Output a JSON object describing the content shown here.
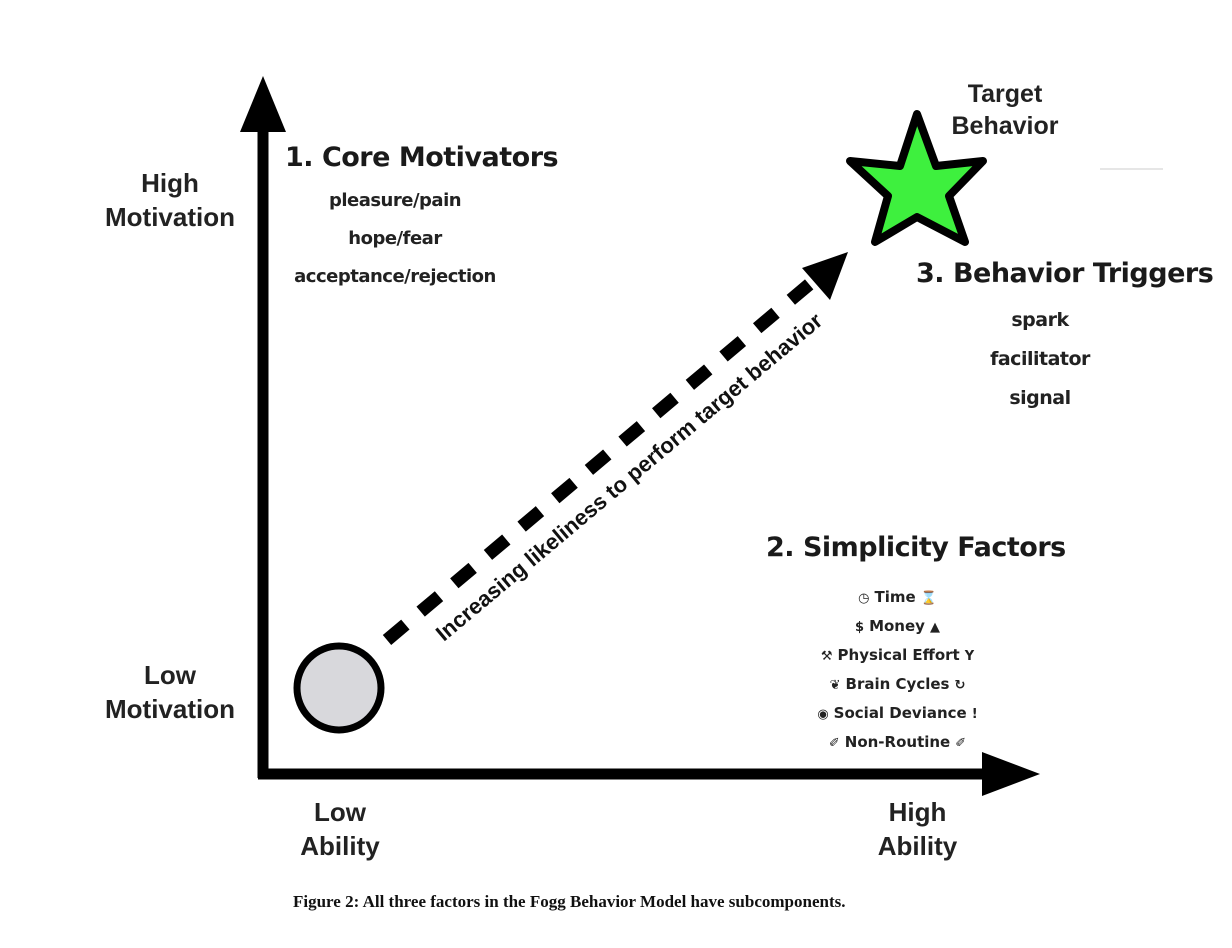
{
  "axes": {
    "y_high": "High\nMotivation",
    "y_low": "Low\nMotivation",
    "x_low": "Low\nAbility",
    "x_high": "High\nAbility"
  },
  "core_motivators": {
    "title": "1. Core Motivators",
    "items": [
      "pleasure/pain",
      "hope/fear",
      "acceptance/rejection"
    ]
  },
  "target": {
    "label": "Target\nBehavior",
    "color": "#3ef03e"
  },
  "triggers": {
    "title": "3. Behavior Triggers",
    "items": [
      "spark",
      "facilitator",
      "signal"
    ]
  },
  "simplicity": {
    "title": "2. Simplicity Factors",
    "items": [
      {
        "label": "Time",
        "icon_left": "clock-icon",
        "icon_right": "hourglass-icon",
        "left": "◷",
        "right": "⌛"
      },
      {
        "label": "Money",
        "icon_left": "dollar-icon",
        "icon_right": "moneybag-icon",
        "left": "$",
        "right": "▲"
      },
      {
        "label": "Physical Effort",
        "icon_left": "tools-icon",
        "icon_right": "tuning-fork-icon",
        "left": "⚒",
        "right": "Υ"
      },
      {
        "label": "Brain Cycles",
        "icon_left": "glasses-icon",
        "icon_right": "cycle-icon",
        "left": "❦",
        "right": "↻"
      },
      {
        "label": "Social Deviance",
        "icon_left": "eye-icon",
        "icon_right": "exclamation-icon",
        "left": "◉",
        "right": "!"
      },
      {
        "label": "Non-Routine",
        "icon_left": "link-icon",
        "icon_right": "link-icon",
        "left": "✐",
        "right": "✐"
      }
    ]
  },
  "arrow_label": "Increasing likeliness to perform target behavior",
  "start_circle_color": "#d8d8dc",
  "caption": "Figure 2: All three factors in the Fogg Behavior Model have subcomponents."
}
